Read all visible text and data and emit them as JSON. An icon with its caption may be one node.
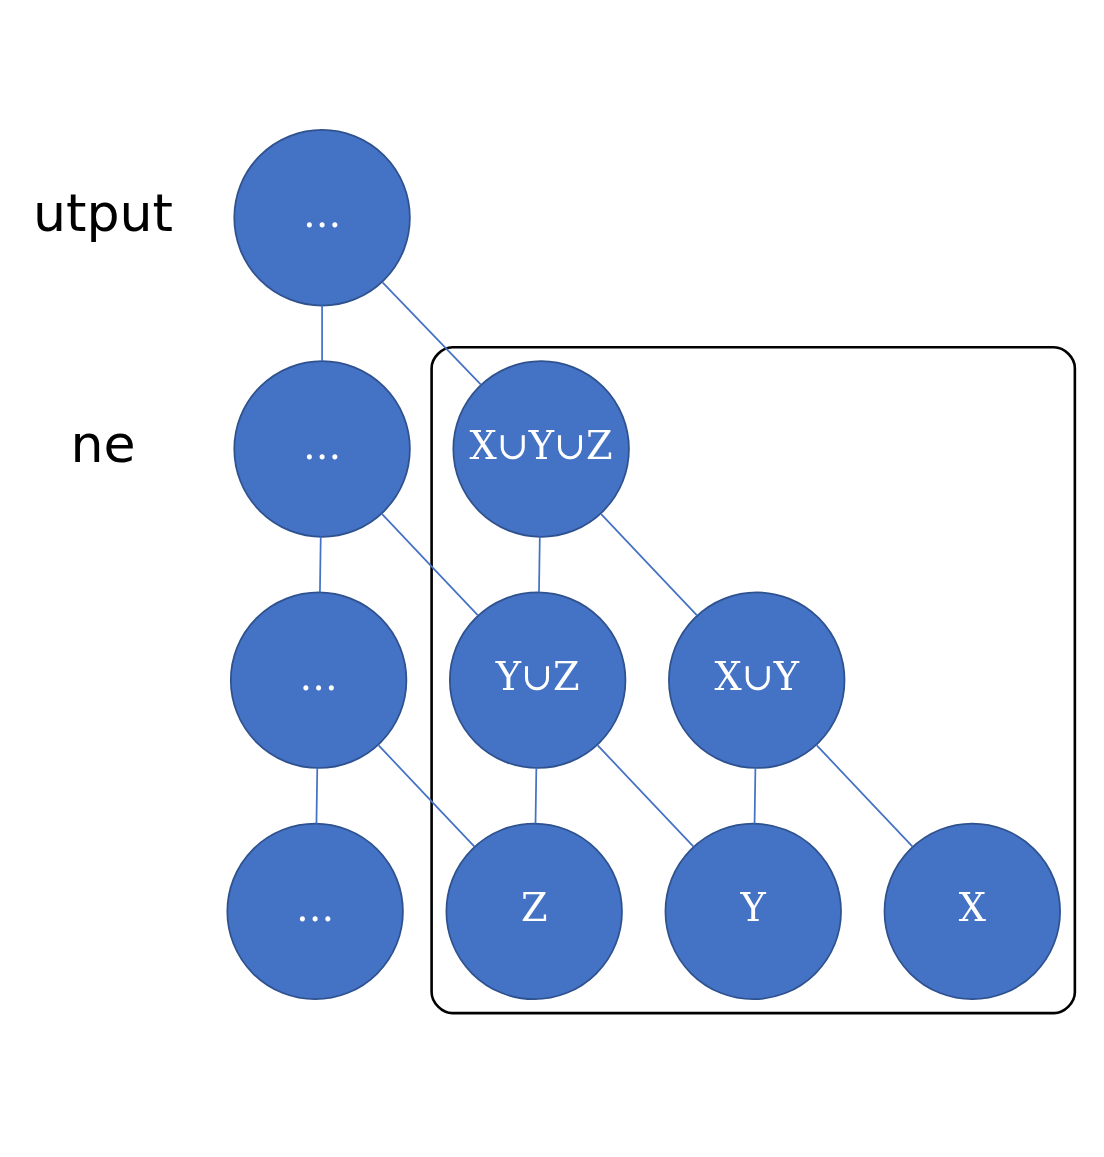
{
  "diagram": {
    "nodes": [
      {
        "text": [
          "…"
        ]
      },
      {
        "text": [],
        "shape": "triangle"
      },
      {
        "text": [
          "X∪Y∪Z"
        ],
        "in": 1
      },
      {
        "text": [
          "…"
        ]
      },
      {
        "text": [
          "X∪Y"
        ],
        "in": 1
      },
      {
        "text": [
          "Y∪Z"
        ],
        "in": 1
      },
      {
        "text": [
          "…"
        ]
      },
      {
        "text": [
          "X"
        ],
        "in": 1
      },
      {
        "text": [
          "Y"
        ],
        "in": 1
      },
      {
        "text": [
          "Z"
        ],
        "in": 1
      },
      {
        "text": [
          "…"
        ]
      }
    ],
    "edges": [
      {
        "from": 0,
        "to": 2,
        "arrow": "none"
      },
      {
        "from": 0,
        "to": 3,
        "arrow": "none"
      },
      {
        "from": 2,
        "to": 4,
        "arrow": "none"
      },
      {
        "from": 2,
        "to": 5,
        "arrow": "none"
      },
      {
        "from": 3,
        "to": 5,
        "arrow": "none"
      },
      {
        "from": 3,
        "to": 6,
        "arrow": "none"
      },
      {
        "from": 4,
        "to": 7,
        "arrow": "none"
      },
      {
        "from": 4,
        "to": 8,
        "arrow": "none"
      },
      {
        "from": 5,
        "to": 8,
        "arrow": "none"
      },
      {
        "from": 5,
        "to": 9,
        "arrow": "none"
      },
      {
        "from": 6,
        "to": 9,
        "arrow": "none"
      },
      {
        "from": 6,
        "to": 10,
        "arrow": "none"
      }
    ],
    "labels": [
      "utput",
      "ne"
    ]
  }
}
